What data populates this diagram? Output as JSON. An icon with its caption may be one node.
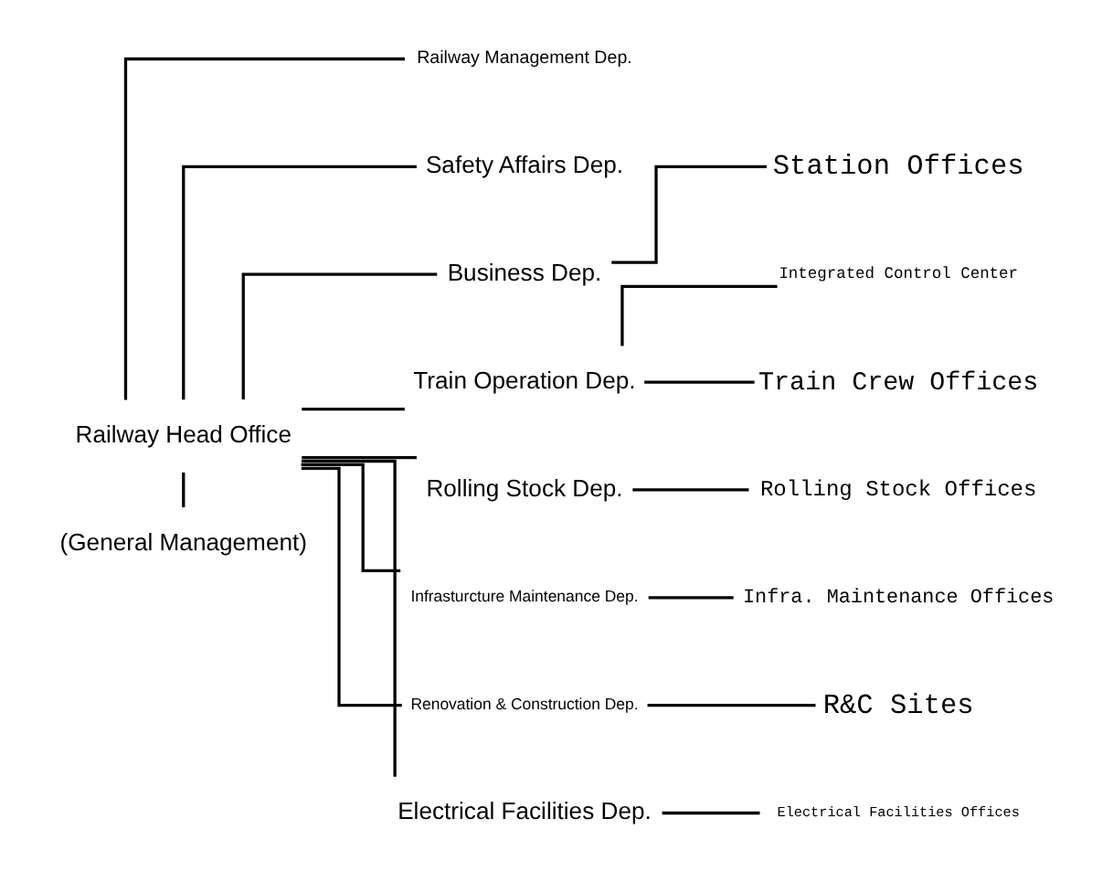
{
  "diagram": {
    "nodes": [
      {
        "text": [
          "Railway Head Office"
        ]
      },
      {
        "text": [
          "Railway Management Dep."
        ]
      },
      {
        "text": [
          "Safety Affairs Dep."
        ]
      },
      {
        "text": [
          "Business Dep."
        ]
      },
      {
        "text": [
          "Station Offices"
        ]
      },
      {
        "text": [
          "Train Operation Dep."
        ]
      },
      {
        "text": [
          "Integrated Control Center"
        ]
      },
      {
        "text": [
          "Train Crew Offices"
        ]
      },
      {
        "text": [
          "Rolling Stock Dep."
        ]
      },
      {
        "text": [
          "Rolling Stock Offices"
        ]
      },
      {
        "text": [
          "Infrasturcture Maintenance Dep."
        ]
      },
      {
        "text": [
          "Infra. Maintenance Offices"
        ]
      },
      {
        "text": [
          "Renovation & Construction Dep."
        ]
      },
      {
        "text": [
          "R&C Sites"
        ]
      },
      {
        "text": [
          "Electrical Facilities Dep."
        ]
      },
      {
        "text": [
          "Electrical Facilities Offices"
        ]
      },
      {
        "text": [
          "(General Management)"
        ]
      }
    ],
    "edges": [
      {
        "from": 0,
        "to": 1,
        "arrow": "none"
      },
      {
        "from": 0,
        "to": 2,
        "arrow": "none"
      },
      {
        "from": 0,
        "to": 3,
        "arrow": "none"
      },
      {
        "from": 3,
        "to": 4,
        "arrow": "none"
      },
      {
        "from": 0,
        "to": 5,
        "arrow": "none"
      },
      {
        "from": 5,
        "to": 6,
        "arrow": "none"
      },
      {
        "from": 5,
        "to": 7,
        "arrow": "none"
      },
      {
        "from": 0,
        "to": 8,
        "arrow": "none"
      },
      {
        "from": 8,
        "to": 9,
        "arrow": "none"
      },
      {
        "from": 0,
        "to": 10,
        "arrow": "none"
      },
      {
        "from": 10,
        "to": 11,
        "arrow": "none"
      },
      {
        "from": 0,
        "to": 12,
        "arrow": "none"
      },
      {
        "from": 12,
        "to": 13,
        "arrow": "none"
      },
      {
        "from": 0,
        "to": 14,
        "arrow": "none"
      },
      {
        "from": 14,
        "to": 15,
        "arrow": "none"
      },
      {
        "from": 0,
        "to": 16,
        "arrow": "none"
      }
    ]
  }
}
